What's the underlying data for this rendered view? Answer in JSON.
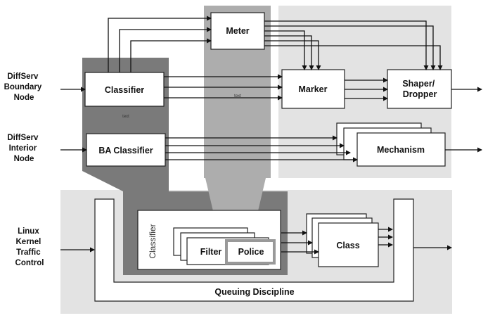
{
  "nodes": {
    "boundary": [
      "DiffServ",
      "Boundary",
      "Node"
    ],
    "interior": [
      "DiffServ",
      "Interior",
      "Node"
    ],
    "linux": [
      "Linux",
      "Kernel",
      "Traffic",
      "Control"
    ]
  },
  "boxes": {
    "meter": "Meter",
    "classifier": "Classifier",
    "marker": "Marker",
    "shaper": [
      "Shaper/",
      "Dropper"
    ],
    "ba_classifier": "BA Classifier",
    "mechanism": "Mechanism",
    "inner_classifier": "Classifier",
    "filter": "Filter",
    "police": "Police",
    "class": "Class",
    "queuing": "Queuing Discipline"
  },
  "small_text": [
    "text",
    "text"
  ],
  "colors": {
    "light_region": "#e3e3e3",
    "dark_region": "#7a7a7a",
    "medium_region": "#adadad",
    "box_fill": "#ffffff",
    "line": "#111111"
  }
}
